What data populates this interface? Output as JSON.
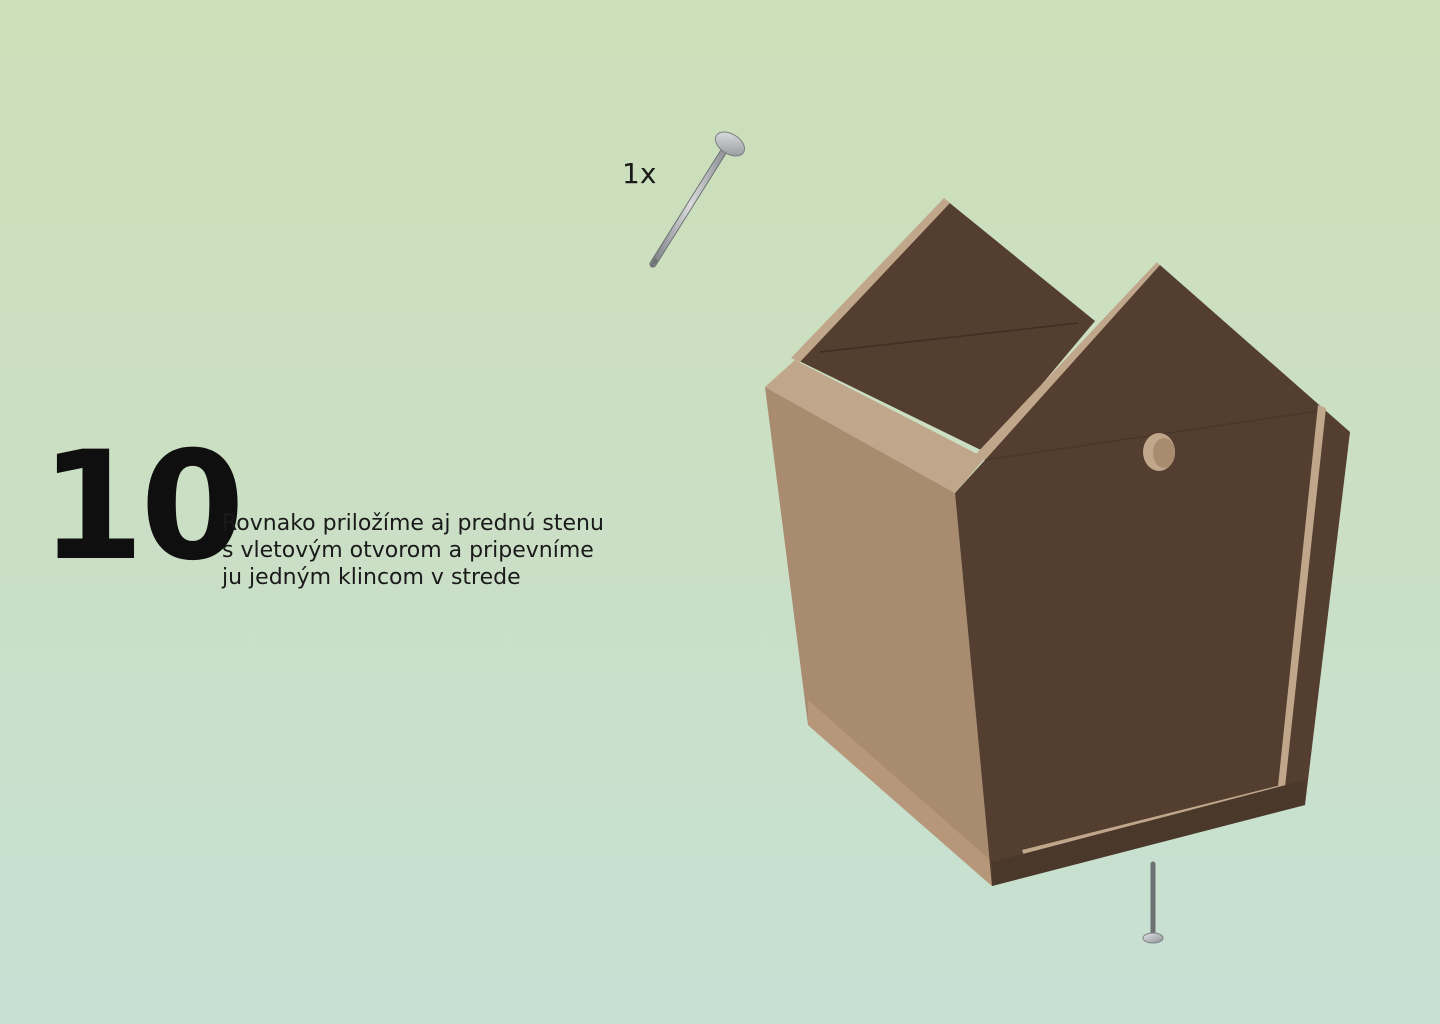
{
  "step": {
    "number": "10",
    "text_lines": [
      "Rovnako priložíme aj prednú stenu",
      "s vletovým otvorom a pripevníme",
      "ju jedným klincom v strede"
    ]
  },
  "parts": {
    "quantity_label": "1x",
    "part_icon": "nail-icon"
  },
  "illustration": {
    "subject": "birdhouse-icon",
    "colors": {
      "background_top": "#cddfb8",
      "background_bottom": "#c7e0d4",
      "dark_wood": "#533e2f",
      "light_wood": "#a98b6f",
      "edge_wood": "#c0a68b",
      "nail_metal": "#a9acae"
    }
  }
}
